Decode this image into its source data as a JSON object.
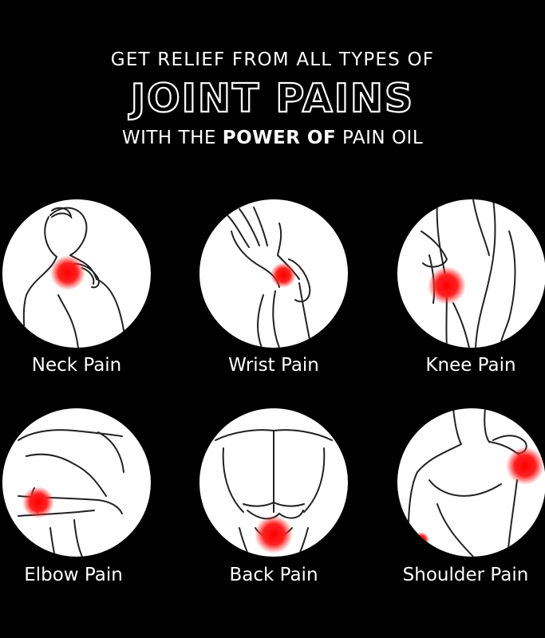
{
  "header": {
    "line1": "GET RELIEF FROM ALL TYPES OF",
    "line2": "JOINT PAINS",
    "line3_prefix": "WITH THE",
    "line3_bold": "POWER OF",
    "line3_suffix": "PAIN OIL"
  },
  "tiles": [
    {
      "label": "Neck Pain",
      "icon": "neck-pain-illustration"
    },
    {
      "label": "Wrist Pain",
      "icon": "wrist-pain-illustration"
    },
    {
      "label": "Knee Pain",
      "icon": "knee-pain-illustration"
    },
    {
      "label": "Elbow Pain",
      "icon": "elbow-pain-illustration"
    },
    {
      "label": "Back Pain",
      "icon": "back-pain-illustration"
    },
    {
      "label": "Shoulder Pain",
      "icon": "shoulder-pain-illustration"
    }
  ],
  "colors": {
    "background": "#000000",
    "circle": "#ffffff",
    "pain_spot": "#ff1a1a",
    "ink": "#222222"
  }
}
